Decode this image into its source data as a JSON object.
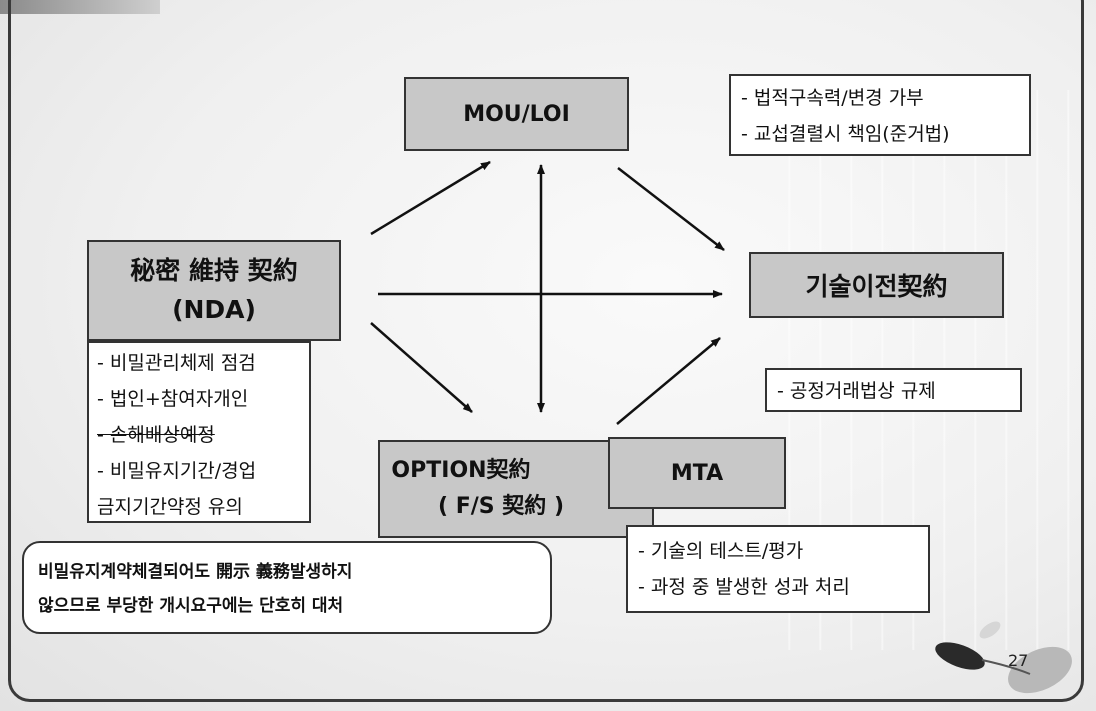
{
  "mou": {
    "label": "MOU/LOI"
  },
  "mou_notes": [
    "- 법적구속력/변경 가부",
    "- 교섭결렬시 책임(준거법)"
  ],
  "nda": {
    "line1": "秘密 維持 契約",
    "line2": "(NDA)"
  },
  "nda_notes": [
    "- 비밀관리체제 점검",
    "- 법인+참여자개인",
    "- 손해배상예정",
    "- 비밀유지기간/경업",
    "금지기간약정 유의"
  ],
  "tech": {
    "label": "기술이전契約"
  },
  "ftc_note": "- 공정거래법상 규제",
  "option": {
    "line1": "OPTION契約",
    "line2": "( F/S 契約 )"
  },
  "mta": {
    "label": "MTA"
  },
  "mta_notes": [
    "- 기술의 테스트/평가",
    "- 과정 중 발생한 성과 처리"
  ],
  "callout": {
    "line1": "비밀유지계약체결되어도 開示 義務발생하지",
    "line2": "않으므로 부당한 개시요구에는 단호히 대처"
  },
  "page_number": "27"
}
